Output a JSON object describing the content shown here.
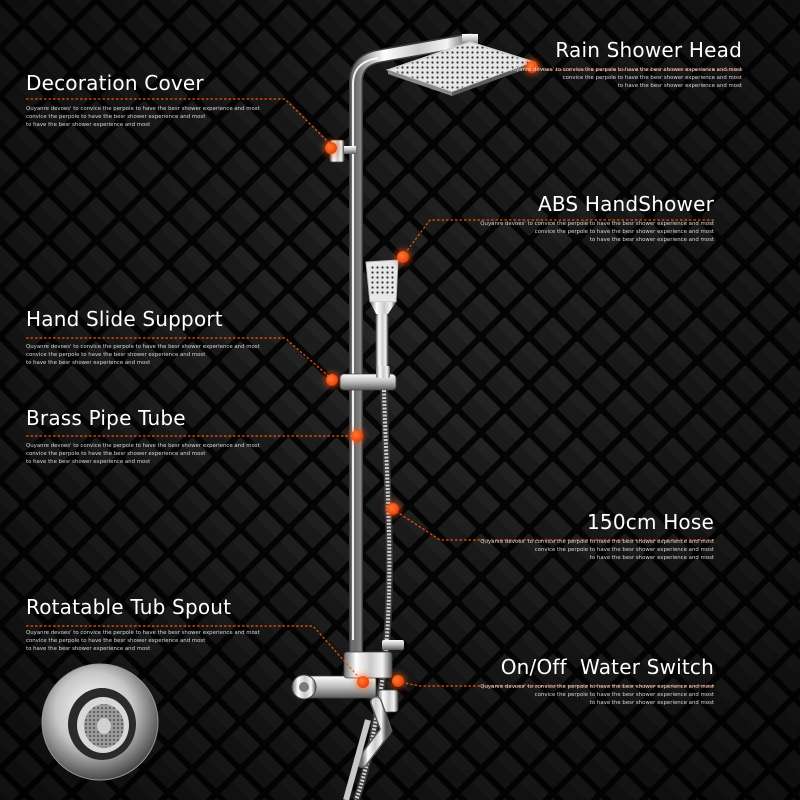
{
  "brand": {
    "accent": "#f0540f",
    "background": "#0b0b0b",
    "text": "#ffffff"
  },
  "callouts": {
    "rain_shower_head": {
      "title": "Rain Shower Head",
      "lines": [
        "Quyanre devoes' to convice the perpole to have the besr shower experience and most",
        "convice the perpole to have the besr shower experience and most",
        "to have the besr shower experience and most"
      ]
    },
    "decoration_cover": {
      "title": "Decoration Cover",
      "lines": [
        "Quyanre devoes' to convice the perpole to have the besr shower experience and most",
        "convice the perpole to have the besr shower experience and most",
        "to have the besr shower experience and most"
      ]
    },
    "abs_handshower": {
      "title": "ABS HandShower",
      "lines": [
        "Quyanre devoes' to convice the perpole to have the besr shower experience and most",
        "convice the perpole to have the besr shower experience and most",
        "to have the besr shower experience and most"
      ]
    },
    "hand_slide_support": {
      "title": "Hand Slide Support",
      "lines": [
        "Quyanre devoes' to convice the perpole to have the besr shower experience and most",
        "convice the perpole to have the besr shower experience and most",
        "to have the besr shower experience and most"
      ]
    },
    "brass_pipe_tube": {
      "title": "Brass Pipe Tube",
      "lines": [
        "Quyanre devoes' to convice the perpole to have the besr shower experience and most",
        "convice the perpole to have the besr shower experience and most",
        "to have the besr shower experience and most"
      ]
    },
    "hose": {
      "title": "150cm Hose",
      "lines": [
        "Quyanre devoes' to convice the perpole to have the besr shower experience and most",
        "convice the perpole to have the besr shower experience and most",
        "to have the besr shower experience and most"
      ]
    },
    "rotatable_tub_spout": {
      "title": "Rotatable Tub Spout",
      "lines": [
        "Quyanre devoes' to convice the perpole to have the besr shower experience and most",
        "convice the perpole to have the besr shower experience and most",
        "to have the besr shower experience and most"
      ]
    },
    "water_switch": {
      "title": "On/Off  Water Switch",
      "lines": [
        "Quyanre devoes' to convice the perpole to have the besr shower experience and most",
        "convice the perpole to have the besr shower experience and most",
        "to have the besr shower experience and most"
      ]
    }
  }
}
